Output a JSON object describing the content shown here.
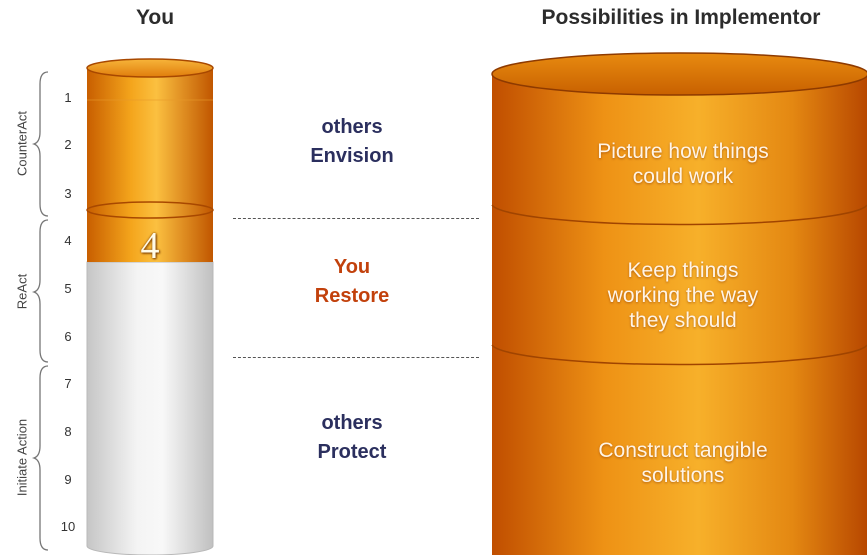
{
  "headers": {
    "left": "You",
    "right": "Possibilities in Implementor"
  },
  "scale": {
    "numbers": [
      "1",
      "2",
      "3",
      "4",
      "5",
      "6",
      "7",
      "8",
      "9",
      "10"
    ],
    "groups": [
      "CounterAct",
      "ReAct",
      "Initiate Action"
    ]
  },
  "level": {
    "value": "4",
    "score": 4,
    "max": 10
  },
  "middle": [
    {
      "line1": "others",
      "line2": "Envision",
      "color": "#2b2f5e"
    },
    {
      "line1": "You",
      "line2": "Restore",
      "color": "#c2410c"
    },
    {
      "line1": "others",
      "line2": "Protect",
      "color": "#2b2f5e"
    }
  ],
  "sections": [
    {
      "text_lines": [
        "Picture how things",
        "could work"
      ]
    },
    {
      "text_lines": [
        "Keep things",
        "working the way",
        "they should"
      ]
    },
    {
      "text_lines": [
        "Construct tangible",
        "solutions"
      ]
    }
  ],
  "colors": {
    "orange_dark": "#c05a00",
    "orange_light": "#f5b431",
    "silver": "#e4e4e4"
  }
}
